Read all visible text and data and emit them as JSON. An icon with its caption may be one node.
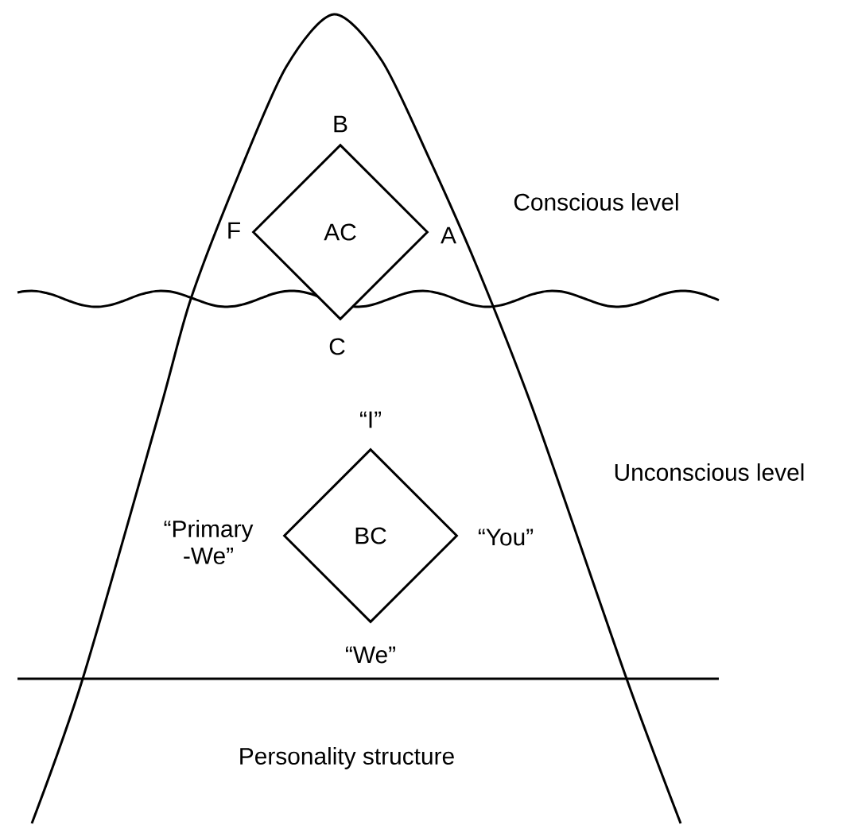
{
  "diagram": {
    "nodes": [
      {
        "text": [
          "AC"
        ]
      },
      {
        "text": [
          "BC"
        ]
      }
    ],
    "edges": [],
    "labels": [
      "B",
      "F",
      "A",
      "Conscious level",
      "C",
      "“I”",
      "Unconscious level",
      "“Primary -We”",
      "“You”",
      "“We”",
      "Personality structure"
    ]
  }
}
